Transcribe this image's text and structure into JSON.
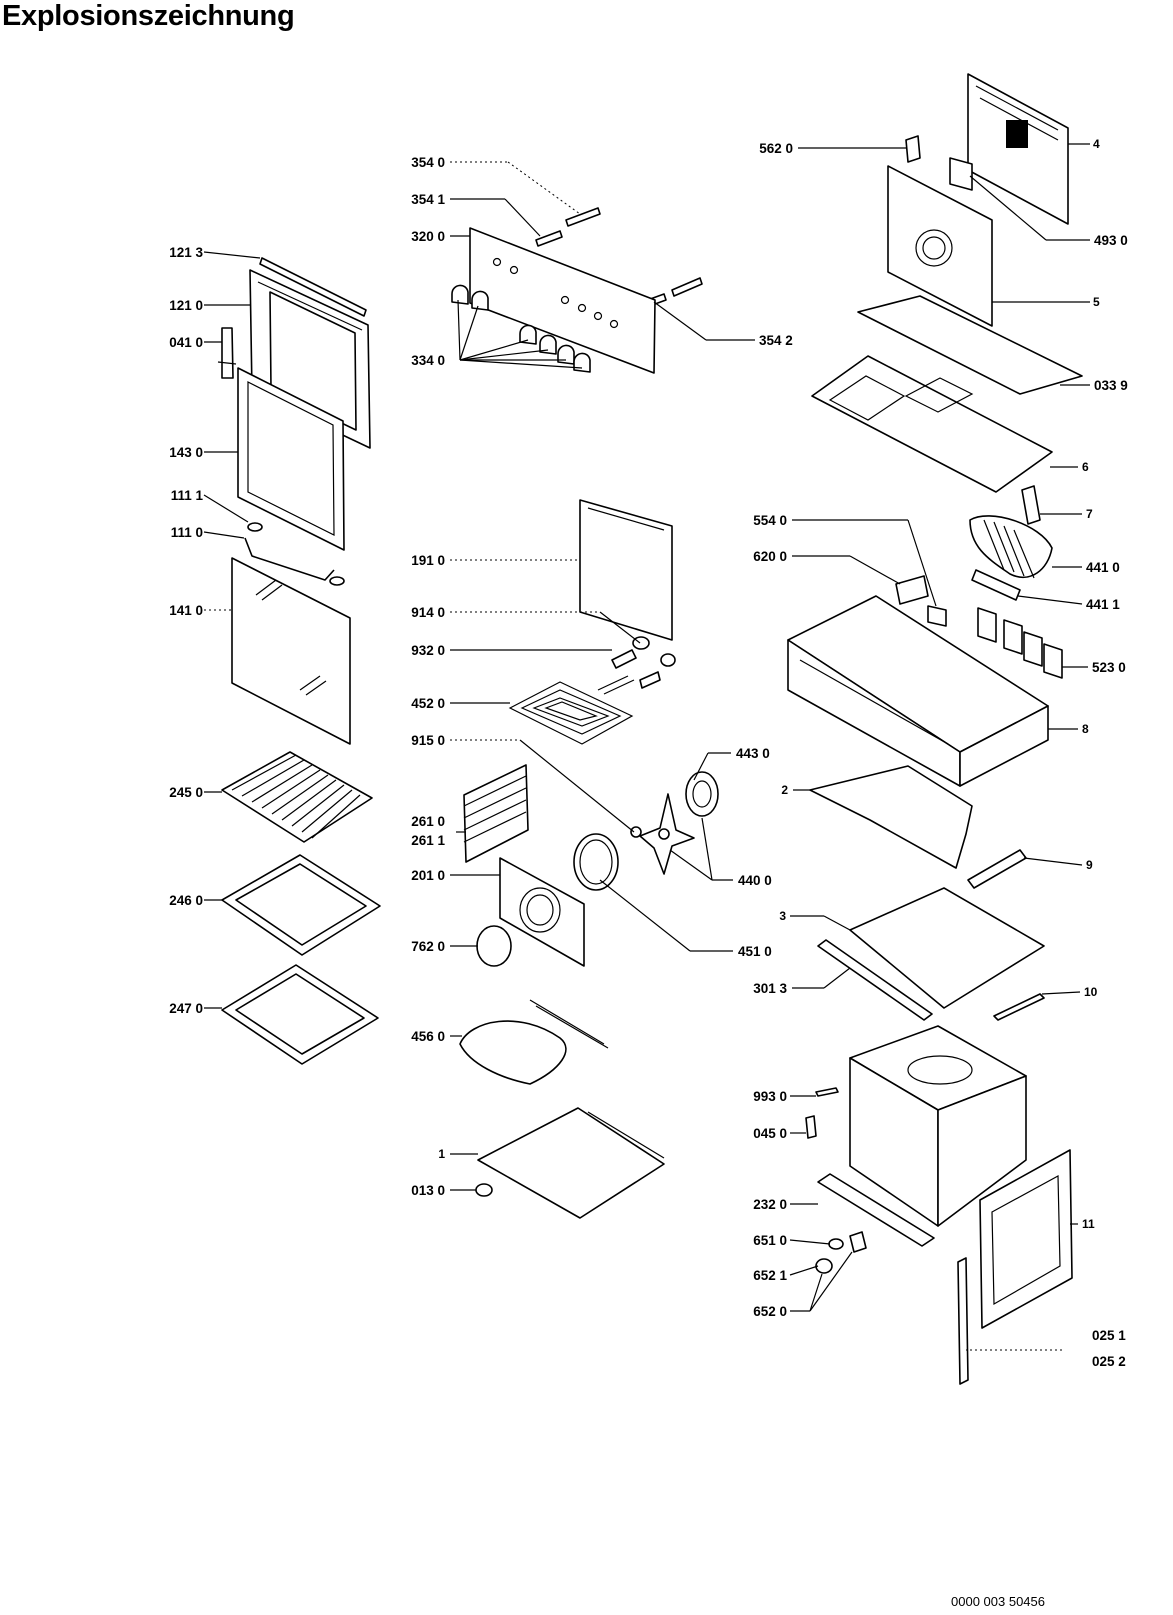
{
  "title": "Explosionszeichnung",
  "document_number": "0000 003 50456",
  "callouts": {
    "c_121_3": "121 3",
    "c_121_0": "121 0",
    "c_041_0": "041 0",
    "c_143_0": "143 0",
    "c_111_1": "111 1",
    "c_111_0": "111 0",
    "c_141_0": "141 0",
    "c_245_0": "245 0",
    "c_246_0": "246 0",
    "c_247_0": "247 0",
    "c_354_0": "354 0",
    "c_354_1": "354 1",
    "c_320_0": "320 0",
    "c_334_0": "334 0",
    "c_354_2": "354 2",
    "c_191_0": "191 0",
    "c_914_0": "914 0",
    "c_932_0": "932 0",
    "c_452_0": "452 0",
    "c_915_0": "915 0",
    "c_443_0": "443 0",
    "c_261_0": "261 0",
    "c_261_1": "261 1",
    "c_201_0": "201 0",
    "c_440_0": "440 0",
    "c_451_0": "451 0",
    "c_762_0": "762 0",
    "c_456_0": "456 0",
    "c_1": "1",
    "c_013_0": "013 0",
    "c_562_0": "562 0",
    "c_4": "4",
    "c_493_0": "493 0",
    "c_5": "5",
    "c_033_9": "033 9",
    "c_6": "6",
    "c_7": "7",
    "c_554_0": "554 0",
    "c_620_0": "620 0",
    "c_441_0": "441 0",
    "c_441_1": "441 1",
    "c_523_0": "523 0",
    "c_8": "8",
    "c_2": "2",
    "c_9": "9",
    "c_3": "3",
    "c_301_3": "301 3",
    "c_10": "10",
    "c_993_0": "993 0",
    "c_045_0": "045 0",
    "c_232_0": "232 0",
    "c_11": "11",
    "c_651_0": "651 0",
    "c_652_1": "652 1",
    "c_652_0": "652 0",
    "c_025_1": "025 1",
    "c_025_2": "025 2"
  }
}
